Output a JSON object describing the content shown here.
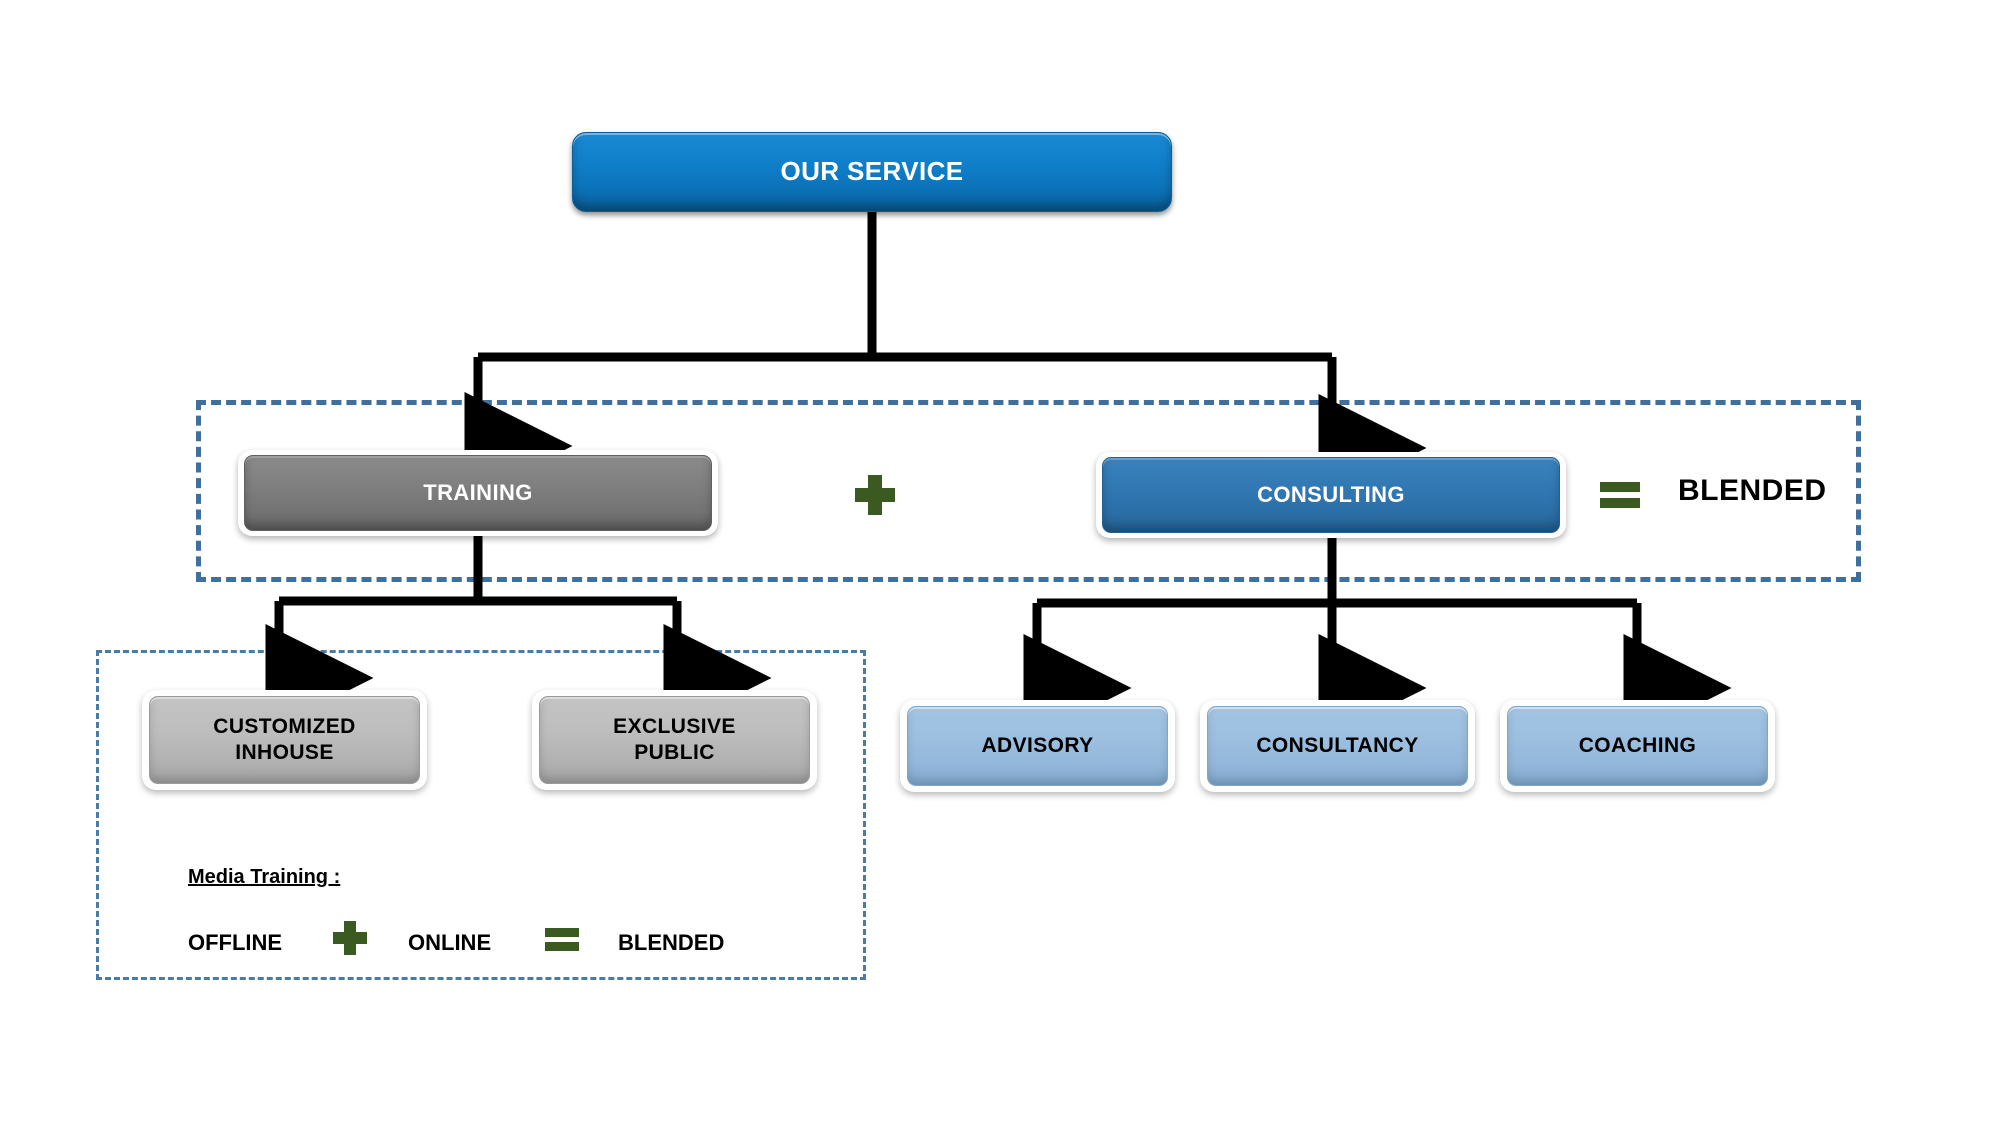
{
  "diagram": {
    "title": "OUR SERVICE",
    "root": {
      "id": "our-service",
      "label": "OUR SERVICE",
      "color": "#0b72b8",
      "text_color": "#ffffff"
    },
    "branches": [
      {
        "id": "training",
        "label": "TRAINING",
        "color": "#7a7a7a",
        "text_color": "#ffffff",
        "children": [
          {
            "id": "customized-inhouse",
            "label": "CUSTOMIZED\nINHOUSE",
            "color": "#b5b5b5",
            "text_color": "#000000"
          },
          {
            "id": "exclusive-public",
            "label": "EXCLUSIVE\nPUBLIC",
            "color": "#b5b5b5",
            "text_color": "#000000"
          }
        ]
      },
      {
        "id": "consulting",
        "label": "CONSULTING",
        "color": "#2e72a8",
        "text_color": "#ffffff",
        "children": [
          {
            "id": "advisory",
            "label": "ADVISORY",
            "color": "#95bbdd",
            "text_color": "#000000"
          },
          {
            "id": "consultancy",
            "label": "CONSULTANCY",
            "color": "#95bbdd",
            "text_color": "#000000"
          },
          {
            "id": "coaching",
            "label": "COACHING",
            "color": "#95bbdd",
            "text_color": "#000000"
          }
        ]
      }
    ],
    "equations": {
      "main": {
        "operator_plus": "+",
        "operator_equals": "=",
        "result_label": "BLENDED",
        "operator_color": "#3b5a22",
        "result_color": "#000000"
      },
      "media": {
        "heading": "Media Training :",
        "left_term": "OFFLINE",
        "operator_plus": "+",
        "right_term": "ONLINE",
        "operator_equals": "=",
        "result_label": "BLENDED",
        "operator_color": "#3b5a22"
      }
    },
    "groups": {
      "blended_group": {
        "name": "blended-service-group",
        "border_color": "#3f6f9c",
        "border_style": "dashed"
      },
      "media_group": {
        "name": "media-training-group",
        "border_color": "#4a7aa6",
        "border_style": "dashed"
      }
    },
    "connector_color": "#000000",
    "background_color": "#ffffff"
  }
}
